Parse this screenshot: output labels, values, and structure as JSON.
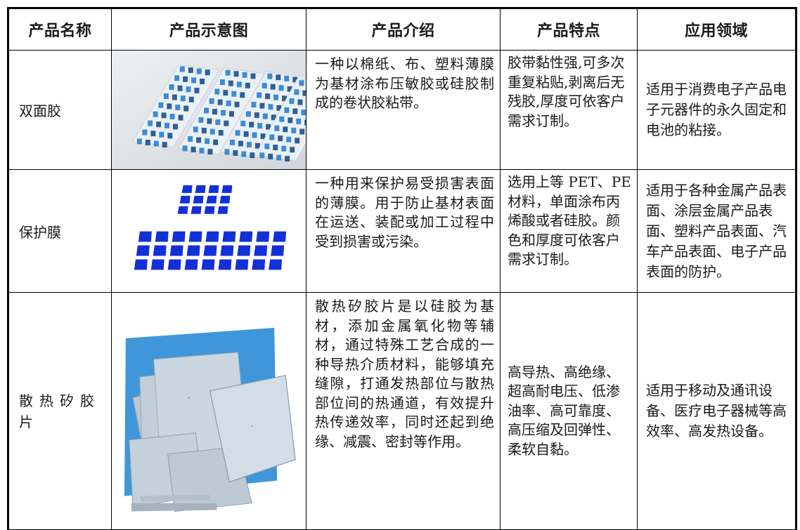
{
  "headers": [
    "产品名称",
    "产品示意图",
    "产品介绍",
    "产品特点",
    "应用领域"
  ],
  "rows": [
    {
      "name": "双面胶",
      "image_label": "double-sided-tape-photo",
      "intro": "一种以棉纸、布、塑料薄膜为基材涂布压敏胶或硅胶制成的卷状胶粘带。",
      "features": "胶带黏性强,可多次重复粘贴,剥离后无残胶,厚度可依客户需求订制。",
      "application": "适用于消费电子产品电子元器件的永久固定和电池的粘接。"
    },
    {
      "name": "保护膜",
      "image_label": "protective-film-photo",
      "intro": "一种用来保护易受损害表面的薄膜。用于防止基材表面在运送、装配或加工过程中受到损害或污染。",
      "features": "选用上等 PET、PE 材料，单面涂布丙烯酸或者硅胶。颜色和厚度可依客户需求订制。",
      "application": "适用于各种金属产品表面、涂层金属产品表面、塑料产品表面、汽车产品表面、电子产品表面的防护。"
    },
    {
      "name": "散热矽胶片",
      "image_label": "thermal-silicone-pad-photo",
      "intro": "散热矽胶片是以硅胶为基材，添加金属氧化物等辅材，通过特殊工艺合成的一种导热介质材料，能够填充缝隙，打通发热部位与散热部位间的热通道，有效提升热传递效率，同时还起到绝缘、减震、密封等作用。",
      "features": "高导热、高绝缘、超高耐电压、低渗油率、高可靠度、高压缩及回弹性、柔软自黏。",
      "application": "适用于移动及通讯设备、医疗电子器械等高效率、高发热设备。"
    }
  ],
  "colors": {
    "tape_blue": "#2a7fd0",
    "film_blue": "#1330d8",
    "pad_gray": "#c5d2dc",
    "pad_bg": "#3f97da"
  }
}
